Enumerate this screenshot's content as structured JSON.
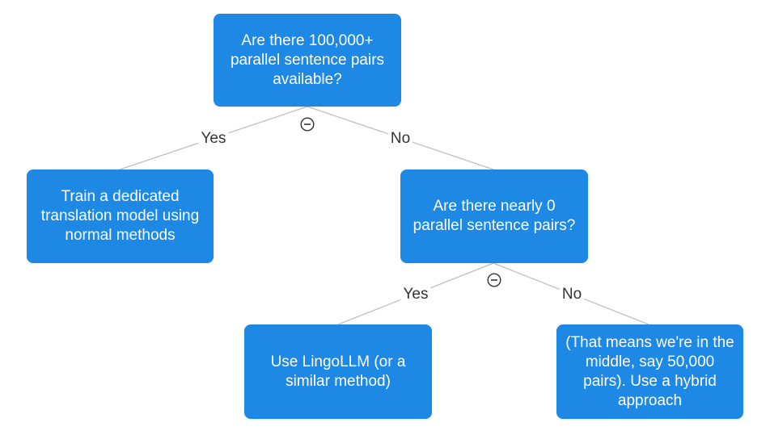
{
  "colors": {
    "node_fill": "#1e88e5",
    "node_text": "#ffffff",
    "edge": "#c0c0c0",
    "label_text": "#333333"
  },
  "nodes": {
    "root": "Are there 100,000+ parallel sentence pairs available?",
    "train": "Train a dedicated translation model using normal methods",
    "nearly_zero": "Are there nearly 0 parallel sentence pairs?",
    "lingollm": "Use LingoLLM (or a similar method)",
    "hybrid": "(That means we're in the middle, say 50,000 pairs). Use a hybrid approach"
  },
  "edges": {
    "root_yes": "Yes",
    "root_no": "No",
    "q2_yes": "Yes",
    "q2_no": "No"
  },
  "icons": {
    "collapse": "collapse-minus-icon"
  }
}
